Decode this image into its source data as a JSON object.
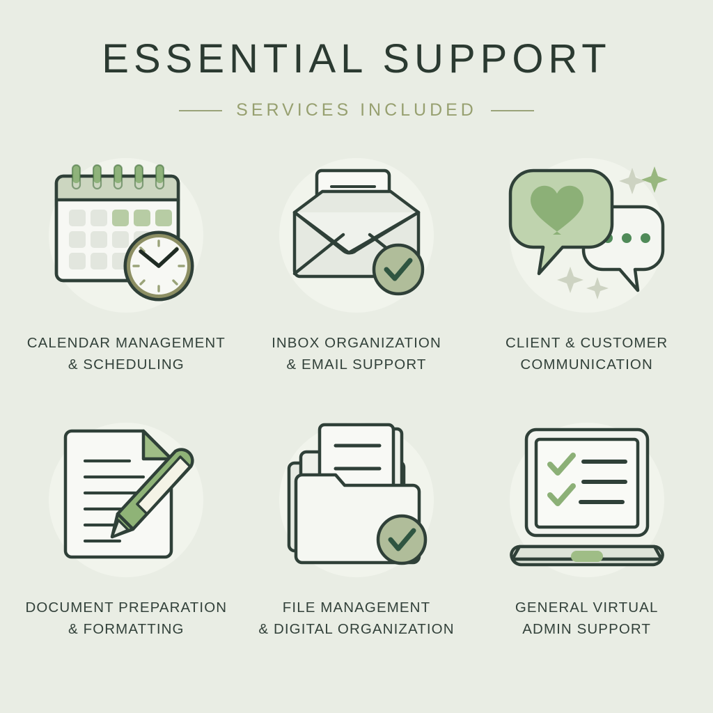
{
  "header": {
    "title": "ESSENTIAL SUPPORT",
    "subtitle": "SERVICES INCLUDED",
    "rule_left": "—",
    "rule_right": "—"
  },
  "colors": {
    "background": "#e9ede4",
    "title_text": "#2b3a31",
    "subtitle_text": "#97a070",
    "label_text": "#32413a",
    "icon_disc": "#f1f4ec",
    "outline_dark": "#2f4038",
    "sage_green": "#9ab485",
    "sage_fill": "#b7c9a6",
    "olive": "#8d8f63",
    "paper_white": "#f7f8f4",
    "light_grey_cell": "#e2e6de"
  },
  "services": [
    {
      "id": "calendar-management",
      "icon": "calendar-clock-icon",
      "label": "CALENDAR MANAGEMENT\n& SCHEDULING"
    },
    {
      "id": "inbox-organization",
      "icon": "envelope-check-icon",
      "label": "INBOX ORGANIZATION\n& EMAIL SUPPORT"
    },
    {
      "id": "client-communication",
      "icon": "speech-bubbles-heart-icon",
      "label": "CLIENT & CUSTOMER\nCOMMUNICATION"
    },
    {
      "id": "document-preparation",
      "icon": "document-pen-icon",
      "label": "DOCUMENT PREPARATION\n& FORMATTING"
    },
    {
      "id": "file-management",
      "icon": "folder-check-icon",
      "label": "FILE MANAGEMENT\n& DIGITAL ORGANIZATION"
    },
    {
      "id": "general-admin",
      "icon": "laptop-checklist-icon",
      "label": "GENERAL VIRTUAL\nADMIN SUPPORT"
    }
  ]
}
